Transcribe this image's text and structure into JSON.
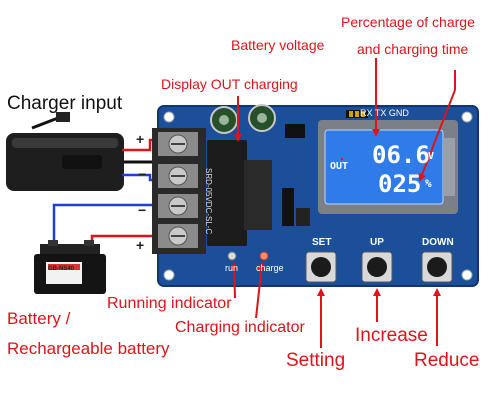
{
  "labels": {
    "charger_input": "Charger input",
    "battery_line1": "Battery /",
    "battery_line2": "Rechargeable battery",
    "battery_voltage": "Battery voltage",
    "percentage_line1": "Percentage of charge",
    "percentage_line2": "and charging time",
    "display_out": "Display OUT charging",
    "running_indicator": "Running indicator",
    "charging_indicator": "Charging indicator",
    "setting": "Setting",
    "increase": "Increase",
    "reduce": "Reduce"
  },
  "lcd": {
    "out": "OUT",
    "top_value": "06.6",
    "top_unit": "V",
    "bottom_value": "025",
    "bottom_unit": "%"
  },
  "board": {
    "header_label": "RX TX GND",
    "btn_set": "SET",
    "btn_up": "UP",
    "btn_down": "DOWN",
    "led_run": "run",
    "led_charge": "charge",
    "relay_text": "SRD-05VDC-SL-C",
    "battery_brand": "GB-NS40"
  },
  "terminals": {
    "plus_top": "+",
    "minus_top": "−",
    "minus_bottom": "−",
    "plus_bottom": "+"
  },
  "colors": {
    "label_red": "#e0131a",
    "board_blue": "#1b4f9a",
    "lcd_blue": "#2f7be8",
    "wire_red": "#e0131a",
    "wire_blue": "#1f3fd1",
    "arrow": "#e0131a"
  }
}
